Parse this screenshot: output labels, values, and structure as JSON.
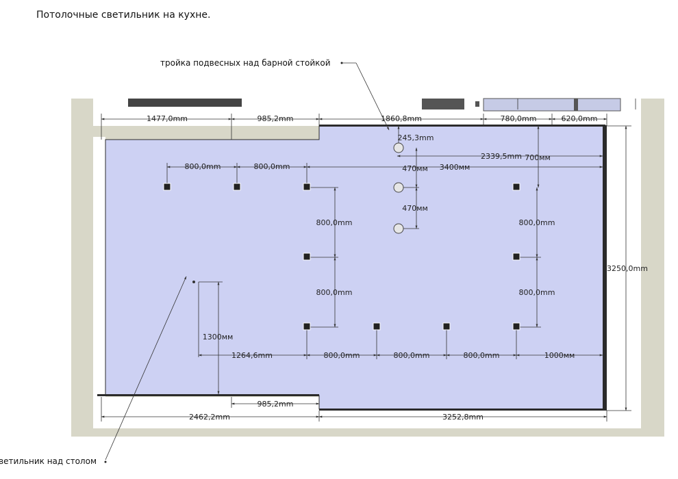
{
  "title": "Потолочные светильник на кухне.",
  "callouts": {
    "bar_pendants": "тройка подвесных над барной стойкой",
    "table_light": "ветильник над столом"
  },
  "dimensions": {
    "top_1": "1477,0mm",
    "top_2": "985,2mm",
    "top_3": "1860,8mm",
    "top_4": "780,0mm",
    "top_5": "620,0mm",
    "pendant_offset": "245,3mm",
    "pendant_to_wall": "2339,5mm",
    "pendant_to_row": "700мм",
    "row_spacing_1": "800,0mm",
    "row_spacing_2": "800,0mm",
    "row_span": "3400мм",
    "pendant_gap_1": "470мм",
    "pendant_gap_2": "470мм",
    "left_col_gap_1": "800,0mm",
    "left_col_gap_2": "800,0mm",
    "right_col_gap_1": "800,0mm",
    "right_col_gap_2": "800,0mm",
    "right_height": "3250,0mm",
    "table_height": "1300мм",
    "bottom_offset": "1264,6mm",
    "bottom_spacing_1": "800,0mm",
    "bottom_spacing_2": "800,0mm",
    "bottom_spacing_3": "800,0mm",
    "bottom_to_wall": "1000мм",
    "bottom_notch": "985,2mm",
    "bottom_left": "2462,2mm",
    "bottom_right": "3252,8mm"
  },
  "colors": {
    "ceiling": "#cdd1f3",
    "wall": "#d8d7c8",
    "wall_white": "#ffffff",
    "dark_wall": "#2b2b2b",
    "dim_line": "#333333"
  },
  "icons": {
    "square_light": "square-ceiling-light",
    "pendant_light": "round-pendant-light",
    "table_light": "point-light"
  }
}
